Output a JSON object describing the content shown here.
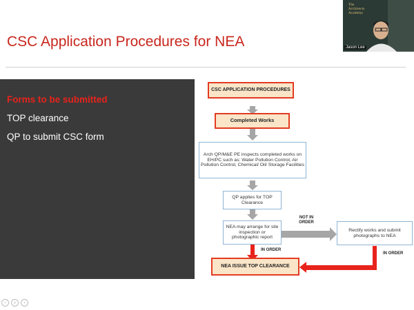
{
  "slide": {
    "title": "CSC Application Procedures for NEA",
    "panel": {
      "heading": "Forms to be submitted",
      "lines": [
        "TOP clearance",
        "QP to submit CSC form"
      ]
    }
  },
  "diagram": {
    "header": "CSC APPLICATION PROCEDURES",
    "completed_works": "Completed Works",
    "inspect": "Arch QP/M&E PE inspects completed works on EH/PC such as: Water Pollution Control, Air Pollution Control, Chemical/ Oil/ Storage Facilities",
    "qp_applies": "QP applies for TOP Clearance",
    "nea_arrange": "NEA may arrange for site inspection or photographic report",
    "rectify": "Rectify works and submit photographs to NEA",
    "issue": "NEA ISSUE TOP CLEARANCE",
    "not_in_order": "NOT IN ORDER",
    "in_order_left": "IN ORDER",
    "in_order_right": "IN ORDER"
  },
  "video": {
    "logo_line1": "The",
    "logo_line2": "Architects",
    "logo_line3": "Academy",
    "speaker_name": "Jason Lee"
  },
  "colors": {
    "title_red": "#c8261c",
    "box_fill": "#fbe5c8",
    "box_border": "#e23a20",
    "arrow_gray": "#a6a6a6",
    "arrow_red": "#e8231c",
    "panel_dark": "#3a3a3a"
  }
}
